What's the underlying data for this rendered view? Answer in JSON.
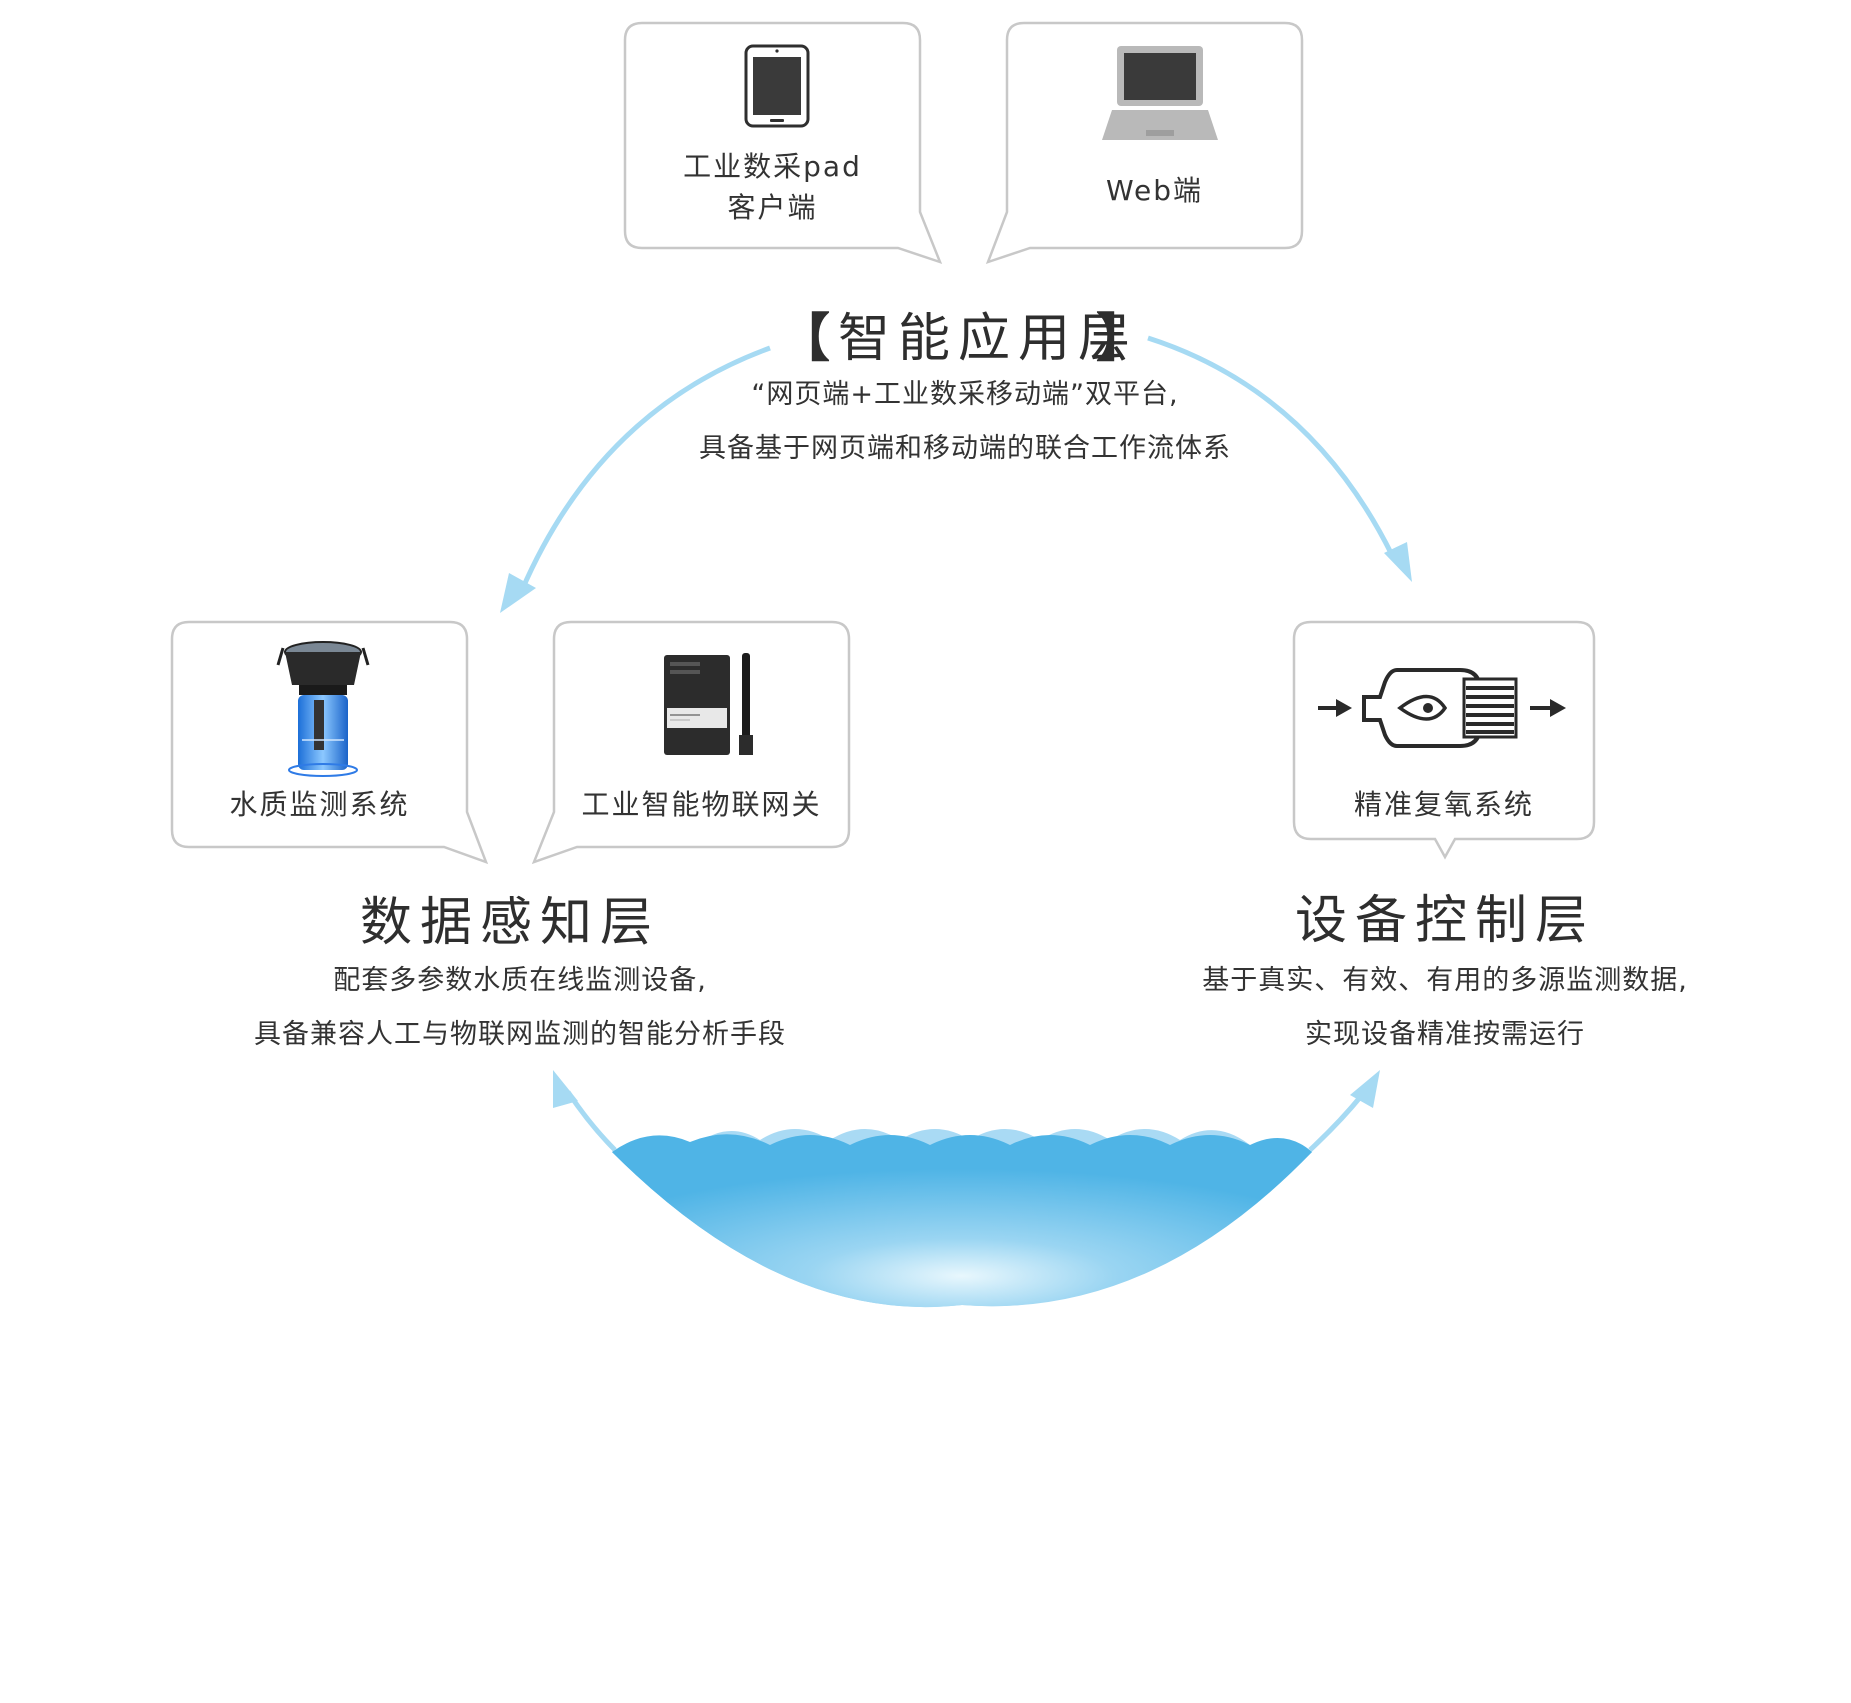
{
  "diagram": {
    "application_layer": {
      "title": "智能应用层",
      "bracket_left": "【",
      "bracket_right": "】",
      "desc_line1": "“网页端+工业数采移动端”双平台,",
      "desc_line2": "具备基于网页端和移动端的联合工作流体系",
      "cards": [
        {
          "label_line1": "工业数采pad",
          "label_line2": "客户端",
          "icon": "tablet-icon"
        },
        {
          "label": "Web端",
          "icon": "laptop-icon"
        }
      ]
    },
    "perception_layer": {
      "title": "数据感知层",
      "desc_line1": "配套多参数水质在线监测设备,",
      "desc_line2": "具备兼容人工与物联网监测的智能分析手段",
      "cards": [
        {
          "label": "水质监测系统",
          "icon": "water-quality-sensor-icon"
        },
        {
          "label": "工业智能物联网关",
          "icon": "iot-gateway-icon"
        }
      ]
    },
    "control_layer": {
      "title": "设备控制层",
      "desc_line1": "基于真实、有效、有用的多源监测数据,",
      "desc_line2": "实现设备精准按需运行",
      "cards": [
        {
          "label": "精准复氧系统",
          "icon": "aeration-system-icon"
        }
      ]
    },
    "colors": {
      "arrow": "#a6daf3",
      "water_top": "#56b9e9",
      "water_center": "#e6f6fd",
      "card_border": "#c8c8c8",
      "text": "#333333"
    }
  }
}
